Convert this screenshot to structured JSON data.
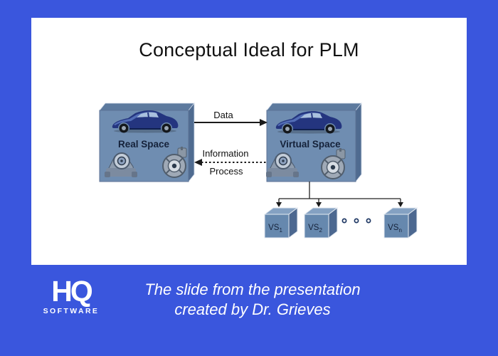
{
  "colors": {
    "bg-blue": "#3a56dd",
    "slide-white": "#ffffff",
    "box-front": "#6f8db1",
    "box-top": "#5d7a9e",
    "box-side": "#4f6b90",
    "cube-front": "#6688ae",
    "cube-top": "#84a1c2",
    "cube-side": "#4c6890",
    "label-navy": "#15223a",
    "arrow-black": "#1a1a1a",
    "caption-white": "#ffffff"
  },
  "slide": {
    "title": "Conceptual Ideal for PLM",
    "diagram": {
      "real_space": {
        "label": "Real Space",
        "cliparts": [
          "sports-car",
          "engine-block",
          "brake-hub"
        ]
      },
      "virtual_space": {
        "label": "Virtual Space",
        "cliparts": [
          "sports-car",
          "engine-block",
          "brake-hub"
        ]
      },
      "arrows": {
        "data": "Data",
        "information": "Information",
        "process": "Process"
      },
      "vs_nodes": [
        {
          "base": "VS",
          "sub": "1"
        },
        {
          "base": "VS",
          "sub": "2"
        },
        {
          "base": "VS",
          "sub": "n"
        }
      ],
      "ellipsis_dots": 3
    }
  },
  "footer": {
    "logo": {
      "monogram": "HQ",
      "word": "SOFTWARE"
    },
    "caption_line1": "The slide from the presentation",
    "caption_line2": "created by Dr. Grieves"
  }
}
